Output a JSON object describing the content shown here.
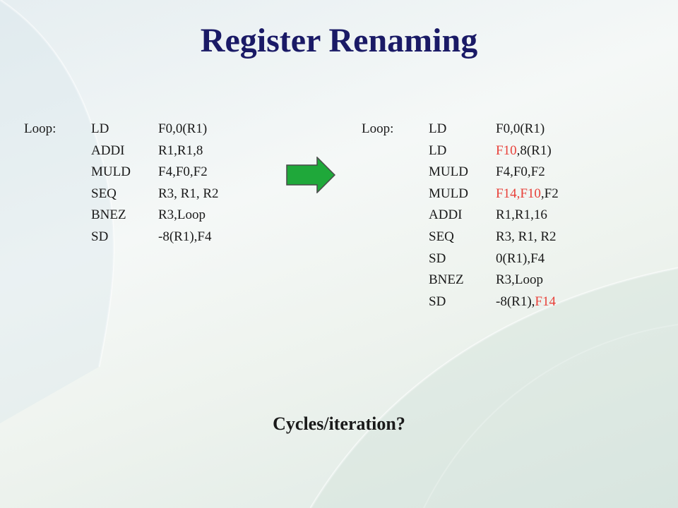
{
  "slide": {
    "title": "Register Renaming",
    "question": "Cycles/iteration?",
    "accent_color": "#e8413a",
    "title_color": "#1a1a66",
    "arrow_color": "#1fa83a"
  },
  "original_code": {
    "label": "Loop:",
    "rows": [
      {
        "op": "LD",
        "args": [
          {
            "t": "F0,0(R1)"
          }
        ]
      },
      {
        "op": "ADDI",
        "args": [
          {
            "t": "R1,R1,8"
          }
        ]
      },
      {
        "op": "MULD",
        "args": [
          {
            "t": "F4,F0,F2"
          }
        ]
      },
      {
        "op": "SEQ",
        "args": [
          {
            "t": "R3, R1, R2"
          }
        ]
      },
      {
        "op": "BNEZ",
        "args": [
          {
            "t": "R3,Loop"
          }
        ]
      },
      {
        "op": "SD",
        "args": [
          {
            "t": "-8(R1),F4"
          }
        ]
      }
    ]
  },
  "renamed_code": {
    "label": "Loop:",
    "rows": [
      {
        "op": "LD",
        "args": [
          {
            "t": "F0,0(R1)"
          }
        ]
      },
      {
        "op": "LD",
        "args": [
          {
            "t": "F10",
            "hl": true
          },
          {
            "t": ",8(R1)"
          }
        ]
      },
      {
        "op": "MULD",
        "args": [
          {
            "t": "F4,F0,F2"
          }
        ]
      },
      {
        "op": "MULD",
        "args": [
          {
            "t": "F14,F10",
            "hl": true
          },
          {
            "t": ",F2"
          }
        ]
      },
      {
        "op": "ADDI",
        "args": [
          {
            "t": "R1,R1,16"
          }
        ]
      },
      {
        "op": "SEQ",
        "args": [
          {
            "t": "R3, R1, R2"
          }
        ]
      },
      {
        "op": "SD",
        "args": [
          {
            "t": "0(R1),F4"
          }
        ]
      },
      {
        "op": "BNEZ",
        "args": [
          {
            "t": "R3,Loop"
          }
        ]
      },
      {
        "op": "SD",
        "args": [
          {
            "t": "-8(R1),"
          },
          {
            "t": "F14",
            "hl": true
          }
        ]
      }
    ]
  }
}
